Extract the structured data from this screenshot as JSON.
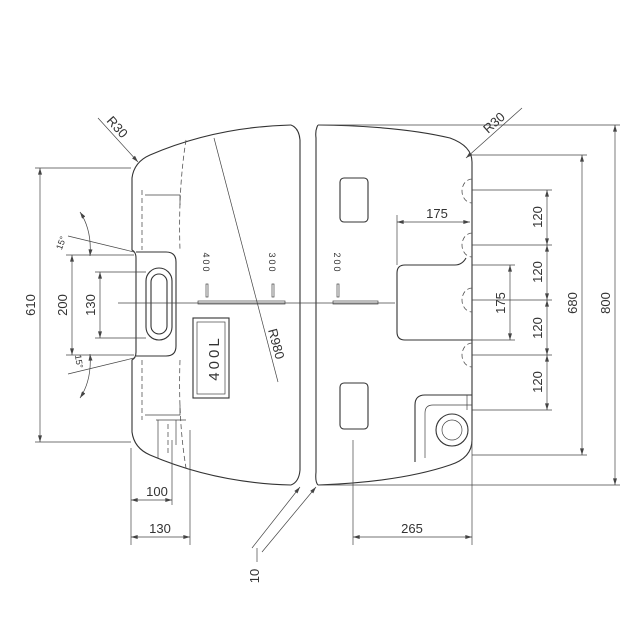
{
  "drawing": {
    "radius_top_left": "R30",
    "radius_top_right": "R30",
    "radius_large": "R980",
    "capacity": "400L",
    "level_marks": [
      "400",
      "300",
      "200"
    ],
    "left_dims": {
      "overall": "610",
      "recess": "200",
      "handle": "130",
      "angle_top": "15°",
      "angle_bottom": "15°"
    },
    "right_dims": {
      "recess_width": "175",
      "recess_height": "175",
      "spacings": [
        "120",
        "120",
        "120",
        "120"
      ],
      "inner_height": "680",
      "overall_height": "800"
    },
    "bottom_dims": {
      "handle_depth": "100",
      "left_offset": "130",
      "outlet_offset": "265",
      "gap": "10"
    }
  },
  "colors": {
    "line": "#333333",
    "background": "#ffffff"
  }
}
